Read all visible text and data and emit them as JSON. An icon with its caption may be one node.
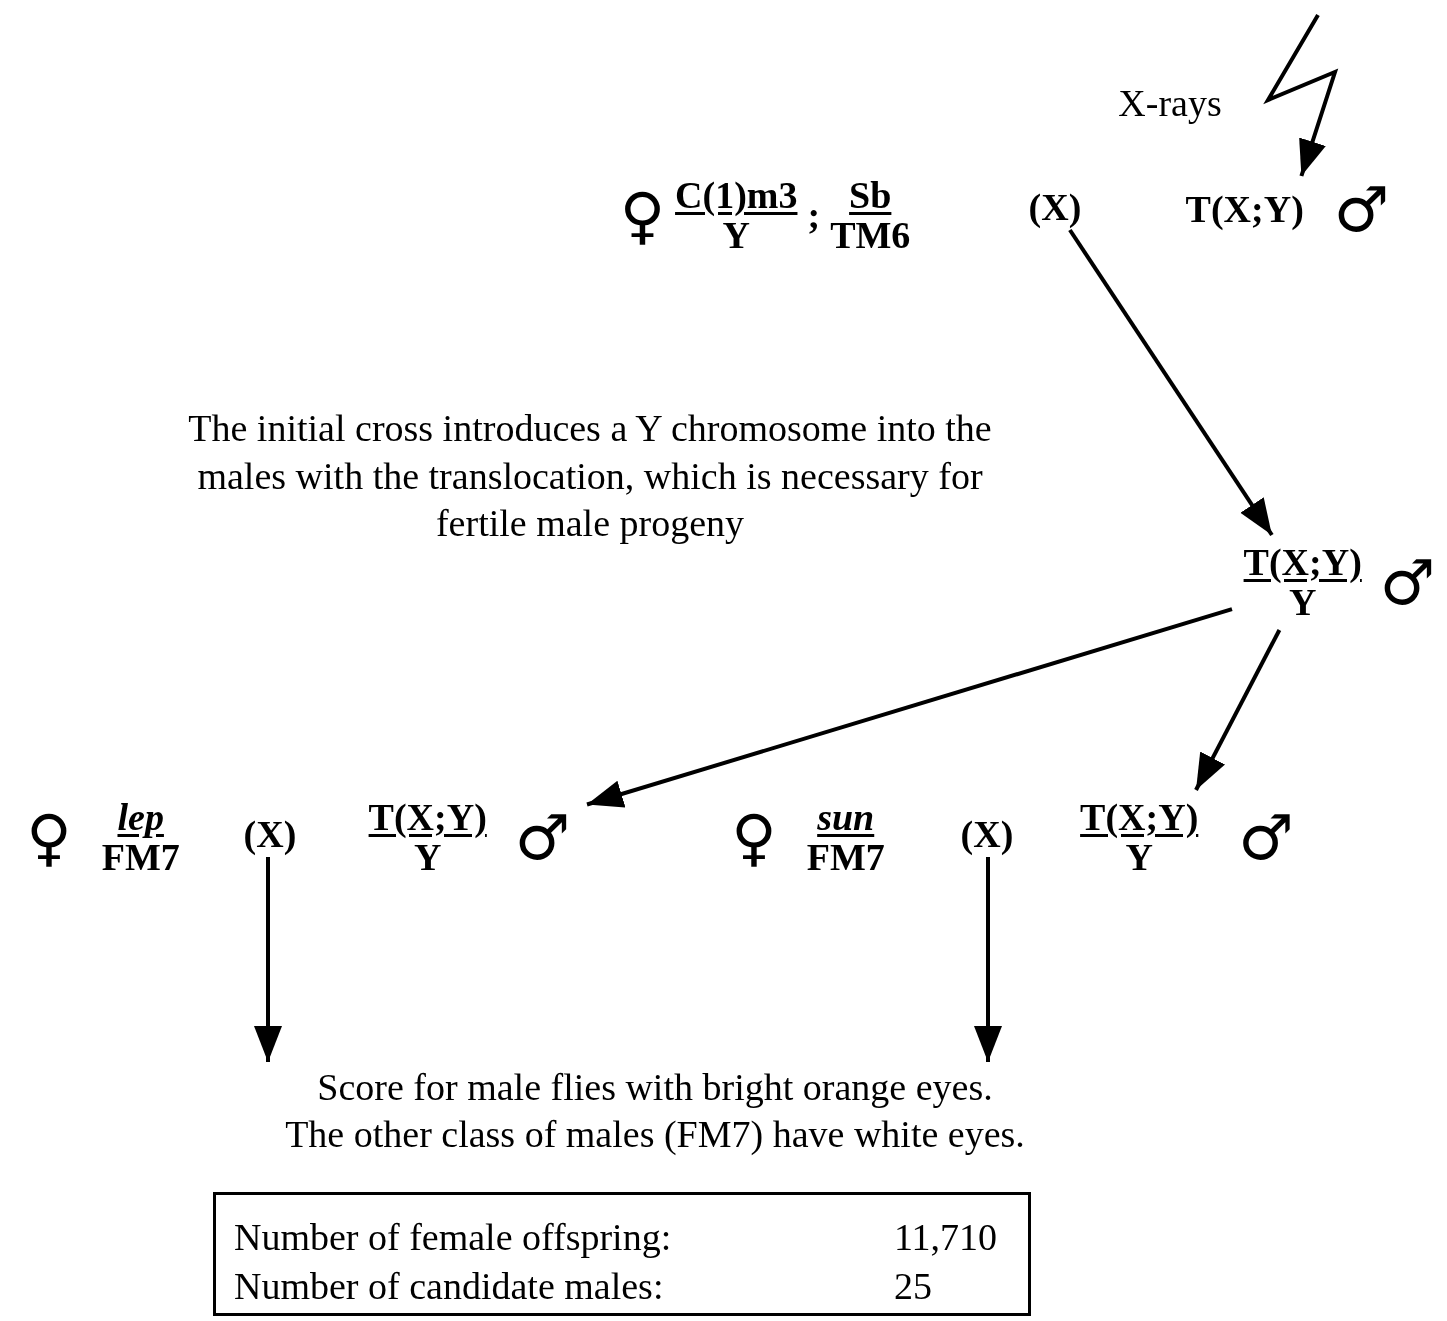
{
  "diagram": {
    "nodes": [
      {
        "text": [
          "X-rays"
        ]
      },
      {
        "text": [
          "♀",
          "C(1)m3",
          "Y",
          ";",
          "Sb",
          "TM6"
        ]
      },
      {
        "text": [
          "(X)"
        ]
      },
      {
        "text": [
          "T(X;Y)",
          "♂"
        ]
      },
      {
        "text": [
          "T(X;Y)",
          "Y",
          "♂"
        ]
      },
      {
        "text": [
          "♀",
          "lep",
          "FM7"
        ]
      },
      {
        "text": [
          "(X)"
        ]
      },
      {
        "text": [
          "T(X;Y)",
          "Y",
          "♂"
        ]
      },
      {
        "text": [
          "♀",
          "sun",
          "FM7"
        ]
      },
      {
        "text": [
          "(X)"
        ]
      },
      {
        "text": [
          "T(X;Y)",
          "Y",
          "♂"
        ]
      },
      {
        "text": [
          "Score for male flies with bright orange eyes.",
          "The other class of males (FM7) have white eyes."
        ]
      },
      {
        "text": [
          "Number of female offspring:",
          "11,710",
          "Number of candidate males:",
          "25"
        ]
      }
    ],
    "edges": [
      {
        "from": null,
        "to": 3,
        "arrow": "to"
      },
      {
        "from": 2,
        "to": 4,
        "arrow": "to"
      },
      {
        "from": 4,
        "to": 7,
        "arrow": "to"
      },
      {
        "from": 4,
        "to": 10,
        "arrow": "to"
      },
      {
        "from": 6,
        "to": 11,
        "arrow": "to"
      },
      {
        "from": 9,
        "to": 11,
        "arrow": "to"
      }
    ],
    "labels": [
      "The initial cross introduces a Y chromosome into the males with the translocation, which is necessary for fertile male progeny"
    ]
  }
}
